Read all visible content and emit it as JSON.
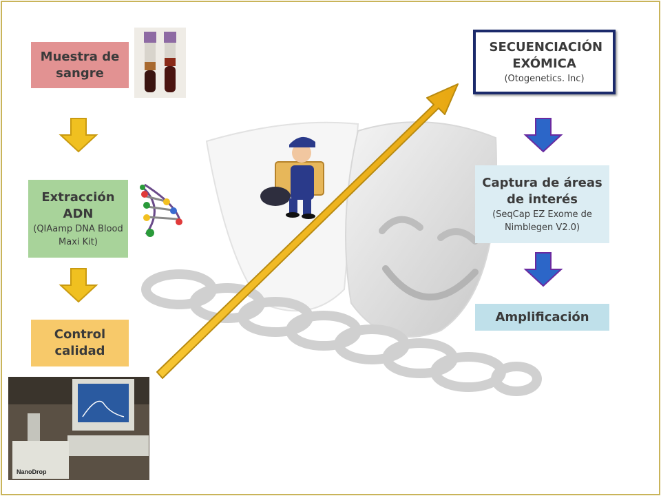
{
  "left_column": {
    "muestra": {
      "title": "Muestra de sangre",
      "bg": "#e29292"
    },
    "extraccion": {
      "title": "Extracción ADN",
      "subtitle": "(QIAamp DNA Blood Maxi Kit)",
      "bg": "#a8d39a"
    },
    "control": {
      "title": "Control calidad",
      "bg": "#f7c96a"
    }
  },
  "right_column": {
    "secuenciacion": {
      "title": "SECUENCIACIÓN EXÓMICA",
      "subtitle": "(Otogenetics. Inc)",
      "border": "#1b2a6b"
    },
    "captura": {
      "title": "Captura de áreas de interés",
      "subtitle": "(SeqCap EZ Exome de Nimblegen V2.0)",
      "bg": "#dcedf3"
    },
    "amplificacion": {
      "title": "Amplificación",
      "bg": "#bfe0ea"
    }
  },
  "photo": {
    "nanodrop_label": "NanoDrop"
  },
  "colors": {
    "left_arrow": "#f0c020",
    "right_arrow": "#2c66c8",
    "big_arrow": "#f2b51d",
    "frame": "#c9b45a"
  },
  "icons": [
    "blood-tubes-photo",
    "dna-helix-icon",
    "mailman-icon",
    "theater-mask-icon",
    "dna-chain-icon",
    "nanodrop-photo"
  ]
}
